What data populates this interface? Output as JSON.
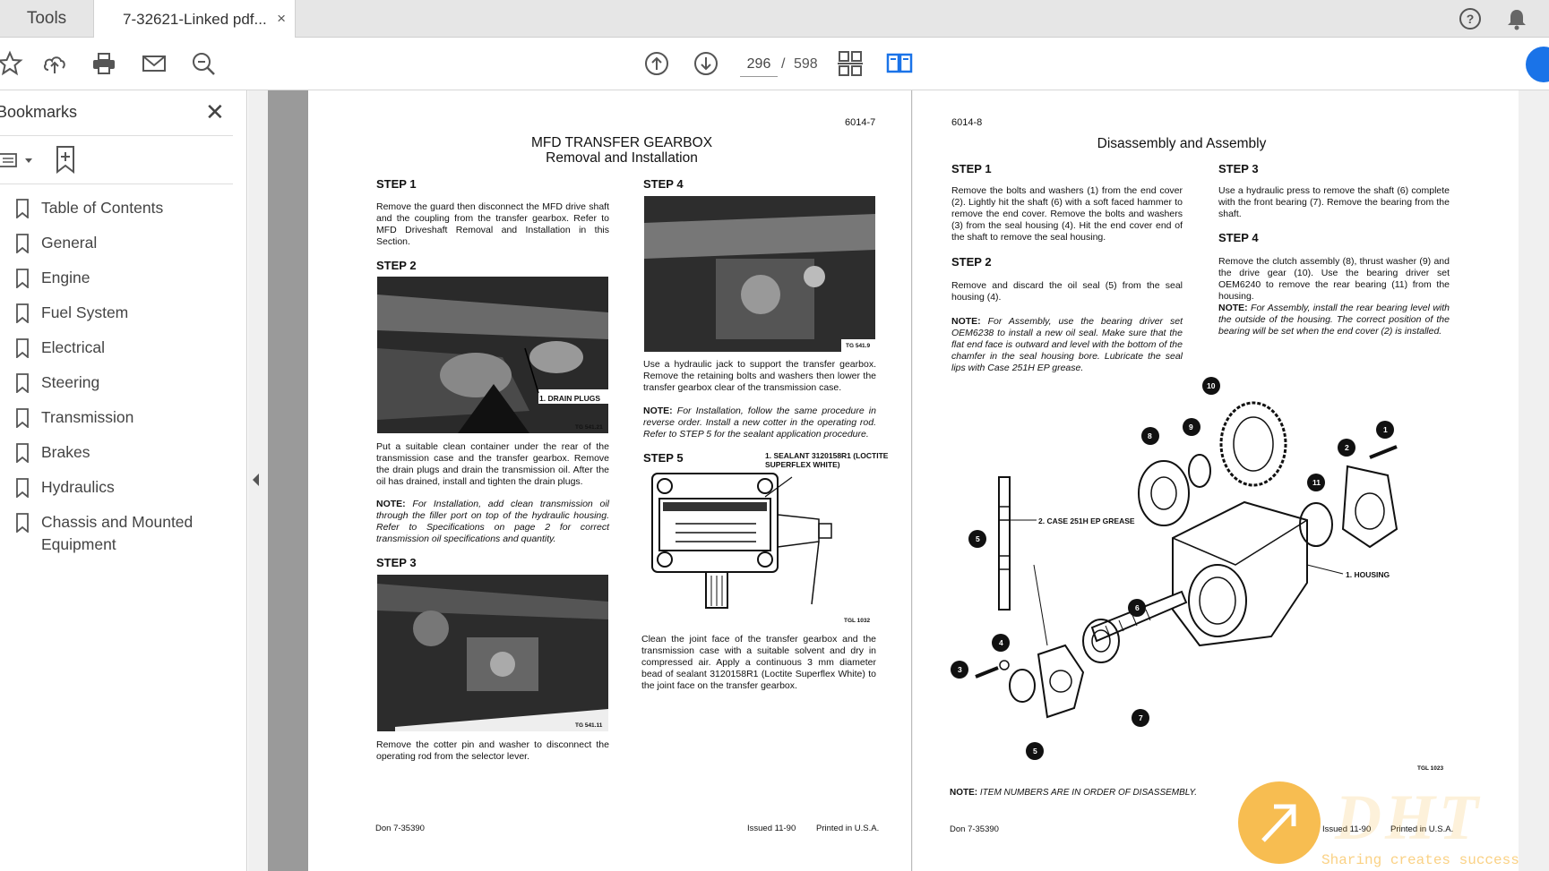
{
  "tabs": {
    "tools": "Tools",
    "document": "7-32621-Linked pdf...",
    "close": "×"
  },
  "toolbar": {
    "page_current": "296",
    "page_sep": "/",
    "page_total": "598"
  },
  "sidebar": {
    "title": "Bookmarks",
    "close": "✕",
    "items": [
      {
        "label": "Table of Contents"
      },
      {
        "label": "General"
      },
      {
        "label": "Engine"
      },
      {
        "label": "Fuel System"
      },
      {
        "label": "Electrical"
      },
      {
        "label": "Steering"
      },
      {
        "label": "Transmission"
      },
      {
        "label": "Brakes"
      },
      {
        "label": "Hydraulics"
      },
      {
        "label": "Chassis and Mounted Equipment"
      }
    ]
  },
  "left_page": {
    "page_no": "6014-7",
    "title1": "MFD TRANSFER GEARBOX",
    "title2": "Removal and Installation",
    "step1": "STEP 1",
    "step1_text": "Remove the guard then disconnect the MFD drive shaft and the coupling from the transfer gearbox. Refer to MFD Driveshaft Removal and Installation in this Section.",
    "step2": "STEP 2",
    "step2_caption": "1. DRAIN PLUGS",
    "step2_tag": "TG 541.21",
    "step2_text": "Put a suitable clean container under the rear of the transmission case and the transfer gearbox. Remove the drain plugs and drain the transmission oil. After the oil has drained, install and tighten the drain plugs.",
    "step2_note_label": "NOTE:",
    "step2_note": "For Installation, add clean transmission oil through the filler port on top of the hydraulic housing. Refer to Specifications on page 2 for correct transmission oil specifications and quantity.",
    "step3": "STEP 3",
    "step3_tag": "TG 541.11",
    "step3_text": "Remove the cotter pin and washer to disconnect the operating rod from the selector lever.",
    "step4": "STEP 4",
    "step4_tag": "TG 541.9",
    "step4_text": "Use a hydraulic jack to support the transfer gearbox. Remove the retaining bolts and washers then lower the transfer gearbox clear of the transmission case.",
    "step4_note_label": "NOTE:",
    "step4_note": "For Installation, follow the same procedure in reverse order. Install a new cotter in the operating rod. Refer to STEP 5 for the sealant application procedure.",
    "step5": "STEP 5",
    "step5_caption": "1. SEALANT 3120158R1 (LOCTITE SUPERFLEX WHITE)",
    "step5_tag": "TGL 1032",
    "step5_text": "Clean the joint face of the transfer gearbox and the transmission case with a suitable solvent and dry in compressed air. Apply a continuous 3 mm diameter bead of sealant 3120158R1 (Loctite Superflex White) to the joint face on the transfer gearbox.",
    "foot_left": "Don 7-35390",
    "foot_mid": "Issued 11-90",
    "foot_right": "Printed in U.S.A."
  },
  "right_page": {
    "page_no": "6014-8",
    "title": "Disassembly and Assembly",
    "step1": "STEP 1",
    "step1_text": "Remove the bolts and washers (1) from the end cover (2). Lightly hit the shaft (6) with a soft faced hammer to remove the end cover. Remove the bolts and washers (3) from the seal housing (4). Hit the end cover end of the shaft to remove the seal housing.",
    "step2": "STEP 2",
    "step2_text": "Remove and discard the oil seal (5) from the seal housing (4).",
    "step2_note_label": "NOTE:",
    "step2_note": "For Assembly, use the bearing driver set OEM6238 to install a new oil seal. Make sure that the flat end face is outward and level with the bottom of the chamfer in the seal housing bore. Lubricate the seal lips with Case 251H EP grease.",
    "step3": "STEP 3",
    "step3_text": "Use a hydraulic press to remove the shaft (6) complete with the front bearing (7). Remove the bearing from the shaft.",
    "step4": "STEP 4",
    "step4_text": "Remove the clutch assembly (8), thrust washer (9) and the drive gear (10). Use the bearing driver set OEM6240 to remove the rear bearing (11) from the housing.",
    "step4_note_label": "NOTE:",
    "step4_note": "For Assembly, install the rear bearing level with the outside of the housing. The correct position of the bearing will be set when the end cover (2) is installed.",
    "diagram_label_grease": "2. CASE 251H EP GREASE",
    "diagram_label_housing": "1. HOUSING",
    "diagram_tag": "TGL 1023",
    "callouts": [
      "10",
      "9",
      "8",
      "1",
      "2",
      "11",
      "5",
      "6",
      "4",
      "3",
      "7",
      "5"
    ],
    "bottom_note_label": "NOTE:",
    "bottom_note": "ITEM NUMBERS ARE IN ORDER OF DISASSEMBLY.",
    "foot_left": "Don 7-35390",
    "foot_mid": "Issued 11-90",
    "foot_right": "Printed in U.S.A."
  },
  "watermark": {
    "big": "DHT",
    "small": "Sharing creates success"
  }
}
